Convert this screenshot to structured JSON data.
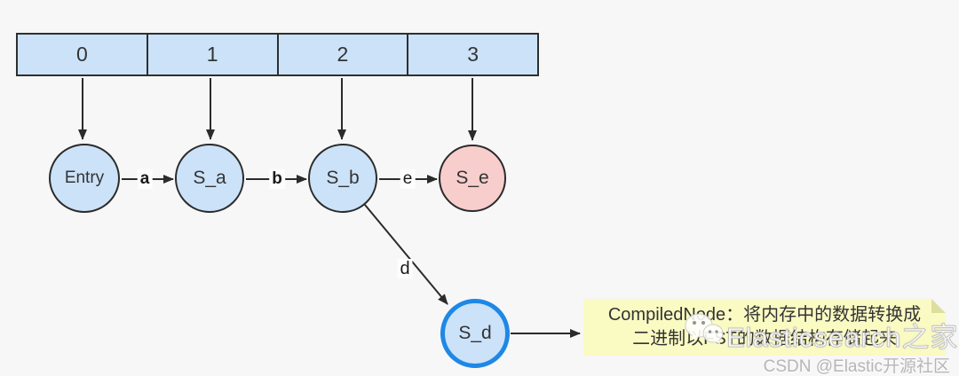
{
  "diagram": {
    "array": {
      "cells": [
        {
          "label": "0"
        },
        {
          "label": "1"
        },
        {
          "label": "2"
        },
        {
          "label": "3"
        }
      ],
      "fill": "#cbe2f8",
      "border": "#2f2f2f"
    },
    "nodes": {
      "entry": {
        "label": "Entry",
        "fill": "#cbe2f8"
      },
      "s_a": {
        "label": "S_a",
        "fill": "#cbe2f8"
      },
      "s_b": {
        "label": "S_b",
        "fill": "#cbe2f8"
      },
      "s_e": {
        "label": "S_e",
        "fill": "#f8cecc"
      },
      "s_d": {
        "label": "S_d",
        "fill": "#cbe2f8",
        "border": "#1e88e5"
      }
    },
    "edges": {
      "a": {
        "label": "a",
        "from": "entry",
        "to": "s_a"
      },
      "b": {
        "label": "b",
        "from": "s_a",
        "to": "s_b"
      },
      "e": {
        "label": "e",
        "from": "s_b",
        "to": "s_e"
      },
      "d": {
        "label": "d",
        "from": "s_b",
        "to": "s_d"
      }
    },
    "note": {
      "line1": "CompiledNode：将内存中的数据转换成",
      "line2": "二进制以FST的数据结构存储起来",
      "bg": "#fafac3"
    }
  },
  "watermark": {
    "logo": "wechat-logo",
    "brand": "Elasticsearch之家",
    "csdn": "CSDN @Elastic开源社区"
  },
  "colors": {
    "background": "#f7f7f8",
    "line": "#2b2b2b",
    "node_blue": "#cbe2f8",
    "node_pink": "#f8cecc",
    "sd_border_blue": "#1e88e5",
    "note_yellow": "#fafac3",
    "text": "#333333",
    "watermark_gray": "#b6b6b6"
  }
}
